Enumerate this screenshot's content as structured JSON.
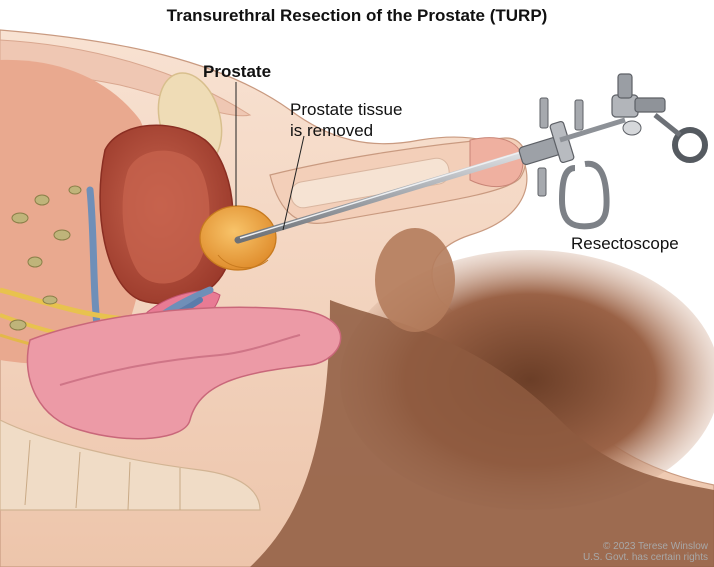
{
  "title": "Transurethral Resection of the Prostate (TURP)",
  "labels": {
    "prostate": "Prostate",
    "tissue_line1": "Prostate tissue",
    "tissue_line2": "is removed",
    "resectoscope": "Resectoscope"
  },
  "credit": {
    "line1": "© 2023 Terese Winslow",
    "line2": "U.S. Govt. has certain rights"
  },
  "colors": {
    "skin": "#f3d7c4",
    "skin_shadow": "#b07a5c",
    "muscle": "#e9b6a3",
    "bladder": "#c8604a",
    "bladder_inner": "#b54a38",
    "prostate": "#f1a94a",
    "bone": "#e9d6b0",
    "vein": "#6f8fb8",
    "vessel": "#e66a88",
    "nerve": "#e8c24e",
    "intestine": "#ec9aa6",
    "steel": "#a6a9ae",
    "steel_dark": "#5d6066"
  }
}
